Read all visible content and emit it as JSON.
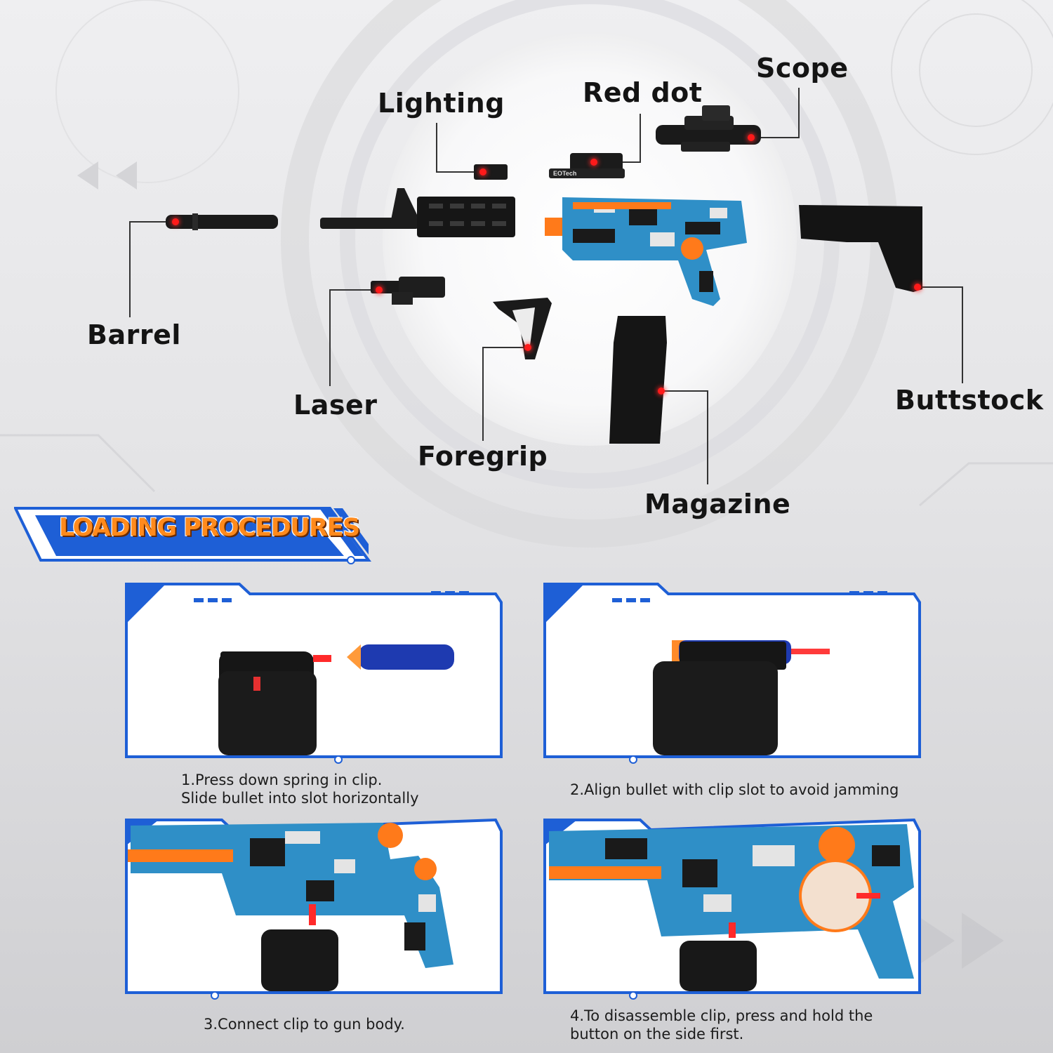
{
  "parts": {
    "barrel": "Barrel",
    "laser": "Laser",
    "lighting": "Lighting",
    "red_dot": "Red dot",
    "scope": "Scope",
    "foregrip": "Foregrip",
    "magazine": "Magazine",
    "buttstock": "Buttstock",
    "red_dot_brand": "EOTech"
  },
  "section_title": "LOADING PROCEDURES",
  "steps": [
    {
      "line1": "1.Press down spring in clip.",
      "line2": "Slide bullet into slot horizontally"
    },
    {
      "line1": "2.Align bullet with clip slot to avoid jamming",
      "line2": ""
    },
    {
      "line1": "3.Connect clip to gun body.",
      "line2": ""
    },
    {
      "line1": "4.To disassemble clip, press and hold the",
      "line2": "button on the side first."
    }
  ],
  "colors": {
    "accent_blue": "#1e5fd6",
    "orange": "#ff7a1a",
    "marker_red": "#ff1a1a"
  }
}
